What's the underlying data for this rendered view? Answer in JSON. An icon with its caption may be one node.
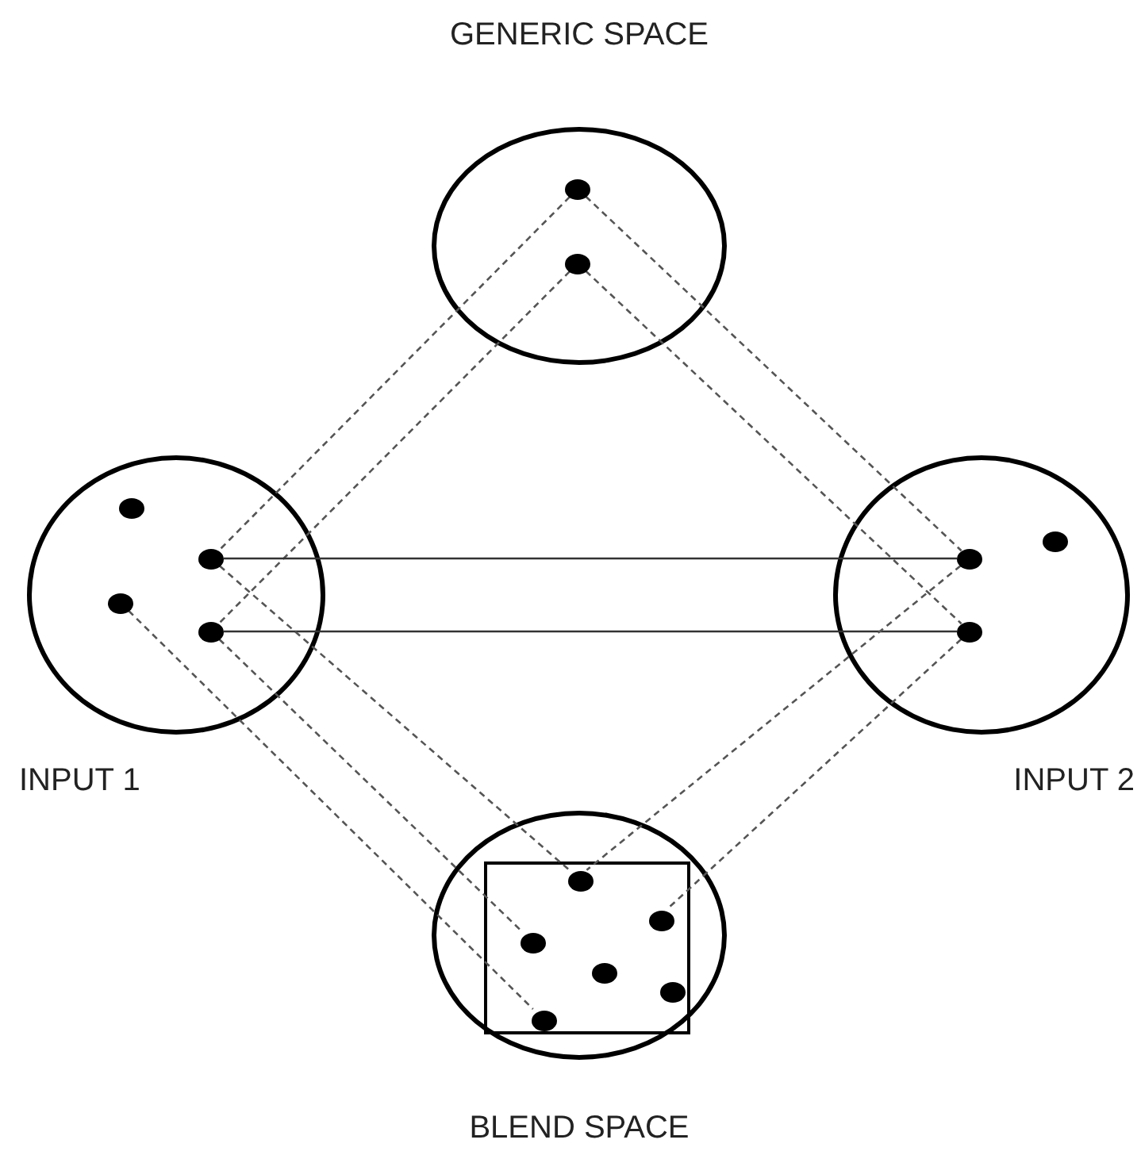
{
  "diagram": {
    "nodes": [
      {
        "text": [
          "GENERIC SPACE"
        ]
      },
      {
        "text": [],
        "shape": "circle",
        "in": 0
      },
      {
        "text": [],
        "shape": "circle",
        "in": 0
      },
      {
        "text": [
          "INPUT 1"
        ]
      },
      {
        "text": [],
        "shape": "circle",
        "in": 3
      },
      {
        "text": [],
        "shape": "circle",
        "in": 3
      },
      {
        "text": [],
        "shape": "circle",
        "in": 3
      },
      {
        "text": [],
        "shape": "circle",
        "in": 3
      },
      {
        "text": [
          "INPUT 2"
        ]
      },
      {
        "text": [],
        "shape": "circle",
        "in": 8
      },
      {
        "text": [],
        "shape": "circle",
        "in": 8
      },
      {
        "text": [],
        "shape": "circle",
        "in": 8
      },
      {
        "text": [
          "BLEND SPACE"
        ]
      },
      {
        "text": [],
        "shape": "box",
        "in": 12
      },
      {
        "text": [],
        "shape": "circle",
        "in": 13
      },
      {
        "text": [],
        "shape": "circle",
        "in": 13
      },
      {
        "text": [],
        "shape": "circle",
        "in": 13
      },
      {
        "text": [],
        "shape": "circle",
        "in": 13
      },
      {
        "text": [],
        "shape": "circle",
        "in": 13
      },
      {
        "text": [],
        "shape": "circle",
        "in": 13
      }
    ],
    "edges": [
      {
        "from": 1,
        "to": 5,
        "arrow": "none",
        "style": "dashed"
      },
      {
        "from": 2,
        "to": 7,
        "arrow": "none",
        "style": "dashed"
      },
      {
        "from": 1,
        "to": 10,
        "arrow": "none",
        "style": "dashed"
      },
      {
        "from": 2,
        "to": 11,
        "arrow": "none",
        "style": "dashed"
      },
      {
        "from": 5,
        "to": 10,
        "arrow": "none"
      },
      {
        "from": 7,
        "to": 11,
        "arrow": "none"
      },
      {
        "from": 5,
        "to": 14,
        "arrow": "none",
        "style": "dashed"
      },
      {
        "from": 7,
        "to": 16,
        "arrow": "none",
        "style": "dashed"
      },
      {
        "from": 6,
        "to": 19,
        "arrow": "none",
        "style": "dashed"
      },
      {
        "from": 10,
        "to": 14,
        "arrow": "none",
        "style": "dashed"
      },
      {
        "from": 11,
        "to": 15,
        "arrow": "none",
        "style": "dashed"
      }
    ]
  }
}
